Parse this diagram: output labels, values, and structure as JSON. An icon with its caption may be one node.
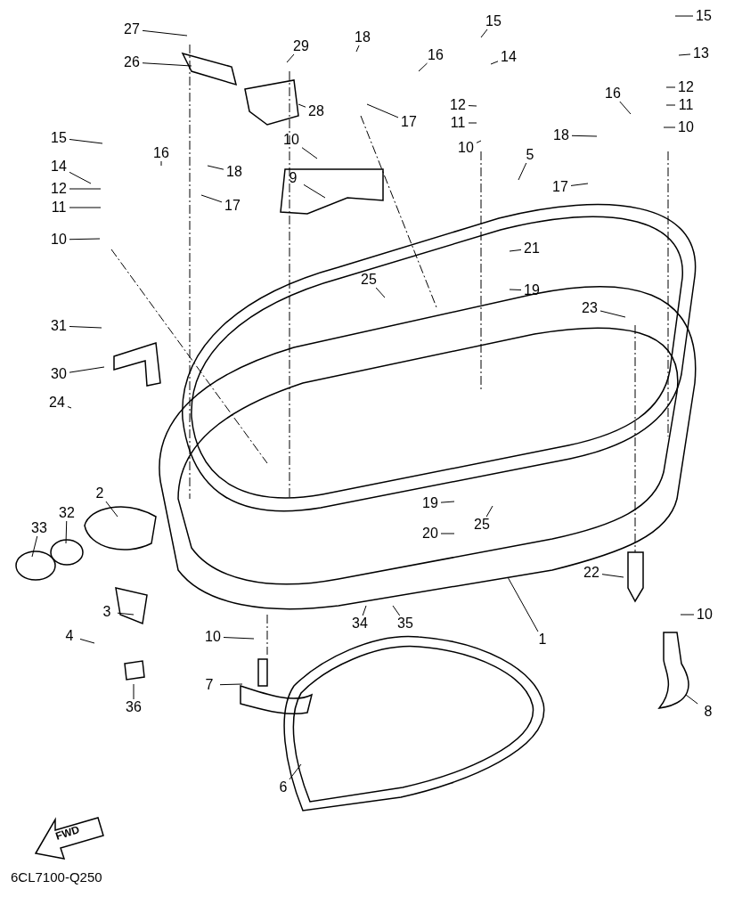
{
  "diagram": {
    "nodes": [
      {
        "text": [
          "27"
        ]
      },
      {
        "text": [
          "15"
        ]
      },
      {
        "text": [
          "29"
        ]
      },
      {
        "text": [
          "18"
        ]
      },
      {
        "text": [
          "15"
        ]
      },
      {
        "text": [
          "16"
        ]
      },
      {
        "text": [
          "14"
        ]
      },
      {
        "text": [
          "13"
        ]
      },
      {
        "text": [
          "26"
        ]
      },
      {
        "text": [
          "16"
        ]
      },
      {
        "text": [
          "12"
        ]
      },
      {
        "text": [
          "12"
        ]
      },
      {
        "text": [
          "11"
        ]
      },
      {
        "text": [
          "28"
        ]
      },
      {
        "text": [
          "17"
        ]
      },
      {
        "text": [
          "11"
        ]
      },
      {
        "text": [
          "10"
        ]
      },
      {
        "text": [
          "15"
        ]
      },
      {
        "text": [
          "16"
        ]
      },
      {
        "text": [
          "18"
        ]
      },
      {
        "text": [
          "10"
        ]
      },
      {
        "text": [
          "10"
        ]
      },
      {
        "text": [
          "18"
        ]
      },
      {
        "text": [
          "14"
        ]
      },
      {
        "text": [
          "17"
        ]
      },
      {
        "text": [
          "9"
        ]
      },
      {
        "text": [
          "5"
        ]
      },
      {
        "text": [
          "17"
        ]
      },
      {
        "text": [
          "12"
        ]
      },
      {
        "text": [
          "11"
        ]
      },
      {
        "text": [
          "10"
        ]
      },
      {
        "text": [
          "21"
        ]
      },
      {
        "text": [
          "25"
        ]
      },
      {
        "text": [
          "19"
        ]
      },
      {
        "text": [
          "23"
        ]
      },
      {
        "text": [
          "31"
        ]
      },
      {
        "text": [
          "30"
        ]
      },
      {
        "text": [
          "24"
        ]
      },
      {
        "text": [
          "2"
        ]
      },
      {
        "text": [
          "19"
        ]
      },
      {
        "text": [
          "25"
        ]
      },
      {
        "text": [
          "33"
        ]
      },
      {
        "text": [
          "32"
        ]
      },
      {
        "text": [
          "20"
        ]
      },
      {
        "text": [
          "22"
        ]
      },
      {
        "text": [
          "3"
        ]
      },
      {
        "text": [
          "10"
        ]
      },
      {
        "text": [
          "34"
        ]
      },
      {
        "text": [
          "35"
        ]
      },
      {
        "text": [
          "1"
        ]
      },
      {
        "text": [
          "4"
        ]
      },
      {
        "text": [
          "10"
        ]
      },
      {
        "text": [
          "7"
        ]
      },
      {
        "text": [
          "8"
        ]
      },
      {
        "text": [
          "36"
        ]
      },
      {
        "text": [
          "6"
        ]
      }
    ],
    "edges": [
      {
        "from": 0,
        "to": null,
        "arrow": "none"
      },
      {
        "from": 1,
        "to": null,
        "arrow": "none"
      },
      {
        "from": 2,
        "to": null,
        "arrow": "none"
      },
      {
        "from": 3,
        "to": null,
        "arrow": "none"
      },
      {
        "from": 4,
        "to": null,
        "arrow": "none"
      },
      {
        "from": 5,
        "to": null,
        "arrow": "none"
      },
      {
        "from": 6,
        "to": null,
        "arrow": "none"
      },
      {
        "from": 7,
        "to": null,
        "arrow": "none"
      },
      {
        "from": 8,
        "to": null,
        "arrow": "none"
      },
      {
        "from": 9,
        "to": null,
        "arrow": "none"
      },
      {
        "from": 10,
        "to": null,
        "arrow": "none"
      },
      {
        "from": 11,
        "to": null,
        "arrow": "none"
      },
      {
        "from": 12,
        "to": null,
        "arrow": "none"
      },
      {
        "from": 13,
        "to": null,
        "arrow": "none"
      },
      {
        "from": 14,
        "to": null,
        "arrow": "none"
      },
      {
        "from": 15,
        "to": null,
        "arrow": "none"
      },
      {
        "from": 16,
        "to": null,
        "arrow": "none"
      },
      {
        "from": 17,
        "to": null,
        "arrow": "none"
      },
      {
        "from": 18,
        "to": null,
        "arrow": "none"
      },
      {
        "from": 19,
        "to": null,
        "arrow": "none"
      },
      {
        "from": 20,
        "to": null,
        "arrow": "none"
      },
      {
        "from": 21,
        "to": null,
        "arrow": "none"
      },
      {
        "from": 22,
        "to": null,
        "arrow": "none"
      },
      {
        "from": 23,
        "to": null,
        "arrow": "none"
      },
      {
        "from": 24,
        "to": null,
        "arrow": "none"
      },
      {
        "from": 25,
        "to": null,
        "arrow": "none"
      },
      {
        "from": 26,
        "to": null,
        "arrow": "none"
      },
      {
        "from": 27,
        "to": null,
        "arrow": "none"
      },
      {
        "from": 28,
        "to": null,
        "arrow": "none"
      },
      {
        "from": 29,
        "to": null,
        "arrow": "none"
      },
      {
        "from": 30,
        "to": null,
        "arrow": "none"
      },
      {
        "from": 31,
        "to": null,
        "arrow": "none"
      },
      {
        "from": 32,
        "to": null,
        "arrow": "none"
      },
      {
        "from": 33,
        "to": null,
        "arrow": "none"
      },
      {
        "from": 34,
        "to": null,
        "arrow": "none"
      },
      {
        "from": 35,
        "to": null,
        "arrow": "none"
      },
      {
        "from": 36,
        "to": null,
        "arrow": "none"
      },
      {
        "from": 37,
        "to": null,
        "arrow": "none"
      },
      {
        "from": 38,
        "to": null,
        "arrow": "none"
      },
      {
        "from": 39,
        "to": null,
        "arrow": "none"
      },
      {
        "from": 40,
        "to": null,
        "arrow": "none"
      },
      {
        "from": 41,
        "to": null,
        "arrow": "none"
      },
      {
        "from": 42,
        "to": null,
        "arrow": "none"
      },
      {
        "from": 43,
        "to": null,
        "arrow": "none"
      },
      {
        "from": 44,
        "to": null,
        "arrow": "none"
      },
      {
        "from": 45,
        "to": null,
        "arrow": "none"
      },
      {
        "from": 46,
        "to": null,
        "arrow": "none"
      },
      {
        "from": 47,
        "to": null,
        "arrow": "none"
      },
      {
        "from": 48,
        "to": null,
        "arrow": "none"
      },
      {
        "from": 49,
        "to": null,
        "arrow": "none"
      },
      {
        "from": 50,
        "to": null,
        "arrow": "none"
      },
      {
        "from": 51,
        "to": null,
        "arrow": "none"
      },
      {
        "from": 52,
        "to": null,
        "arrow": "none"
      },
      {
        "from": 53,
        "to": null,
        "arrow": "none"
      },
      {
        "from": 54,
        "to": null,
        "arrow": "none"
      },
      {
        "from": 55,
        "to": null,
        "arrow": "none"
      }
    ],
    "labels": [
      "FWD",
      "6CL7100-Q250"
    ]
  }
}
